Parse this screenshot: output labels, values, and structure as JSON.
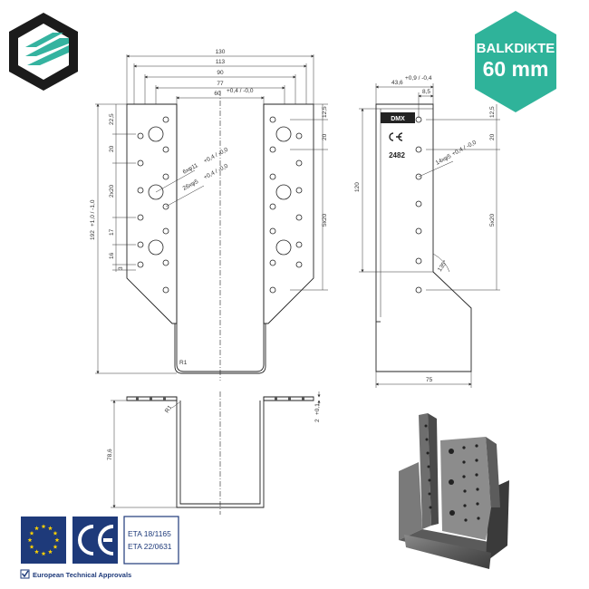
{
  "badge": {
    "line1": "BALKDIKTE",
    "line2": "60 mm",
    "color": "#2fb39a"
  },
  "logo": {
    "hex_color": "#1b1b1b",
    "stripe_color": "#35b3a0",
    "icon": "dmx-hexagon-logo-icon"
  },
  "front_view": {
    "dims_top": [
      "130",
      "113",
      "90",
      "77",
      "60"
    ],
    "dim_60_tolerance": "+0,4 / -0,0",
    "left_dims": [
      "22,5",
      "20",
      "2x20",
      "17",
      "16",
      "3"
    ],
    "height": "192",
    "height_tolerance": "+1,0 / -1,0",
    "right_dims": [
      "12,5",
      "20",
      "5x20"
    ],
    "hole_labels": [
      "6xφ11",
      "26xφ5"
    ],
    "hole_tolerances": [
      "+0,4 / -0,0",
      "+0,4 / -0,0"
    ],
    "radius": "R1"
  },
  "side_view": {
    "dims": [
      "43,6",
      "8,5",
      "12,5",
      "20",
      "120",
      "5x20",
      "75"
    ],
    "dim_43_6_tolerance": "+0,9 / -0,4",
    "hole_label": "14xφ5",
    "hole_tolerance": "+0,4 / -0,0",
    "angle": "135°",
    "stamp": "2482"
  },
  "bottom_view": {
    "height": "78,6",
    "radius": "R1",
    "thickness": "2",
    "thickness_tolerance": "+0,1"
  },
  "certifications": {
    "eu_flag_icon": "eu-flag-icon",
    "ce_icon": "ce-mark-icon",
    "eta": [
      "ETA 18/1165",
      "ETA 22/0631"
    ],
    "label": "European Technical Approvals",
    "check_icon": "checkbox-check-icon",
    "color": "#1e3a7a"
  }
}
